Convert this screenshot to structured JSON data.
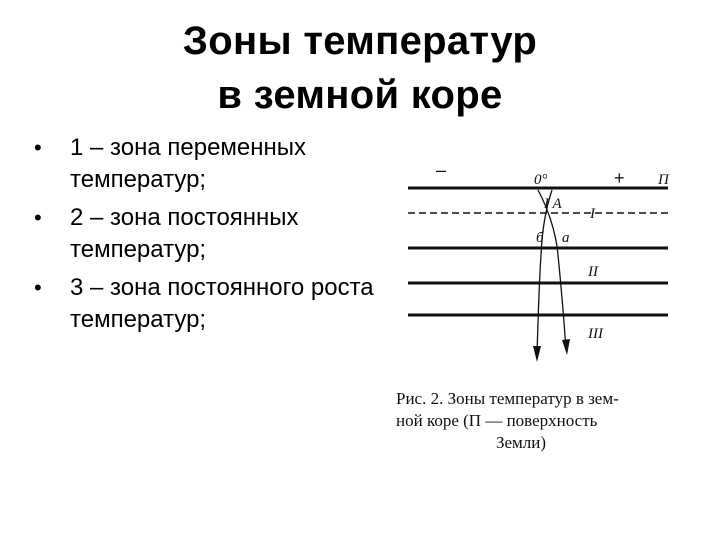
{
  "title": {
    "line1": "Зоны температур",
    "line2": "в земной коре"
  },
  "bullets": [
    {
      "marker": "•",
      "text": "1 – зона переменных температур;"
    },
    {
      "marker": "•",
      "text": "2 – зона постоянных температур;"
    },
    {
      "marker": "•",
      "text": "3 – зона постоянного роста температур;"
    }
  ],
  "diagram": {
    "minus_sign": "–",
    "zero_label": "0°",
    "plus_sign": "+",
    "surface_label": "П",
    "zone_1a_label": "I A",
    "zone_1_label": "I",
    "curve_b_label": "б",
    "curve_a_label": "а",
    "zone_2_label": "II",
    "zone_3_label": "III"
  },
  "caption": {
    "line1": "Рис. 2. Зоны температур в зем-",
    "line2": "ной коре (П — поверхность",
    "line3": "Земли)"
  }
}
